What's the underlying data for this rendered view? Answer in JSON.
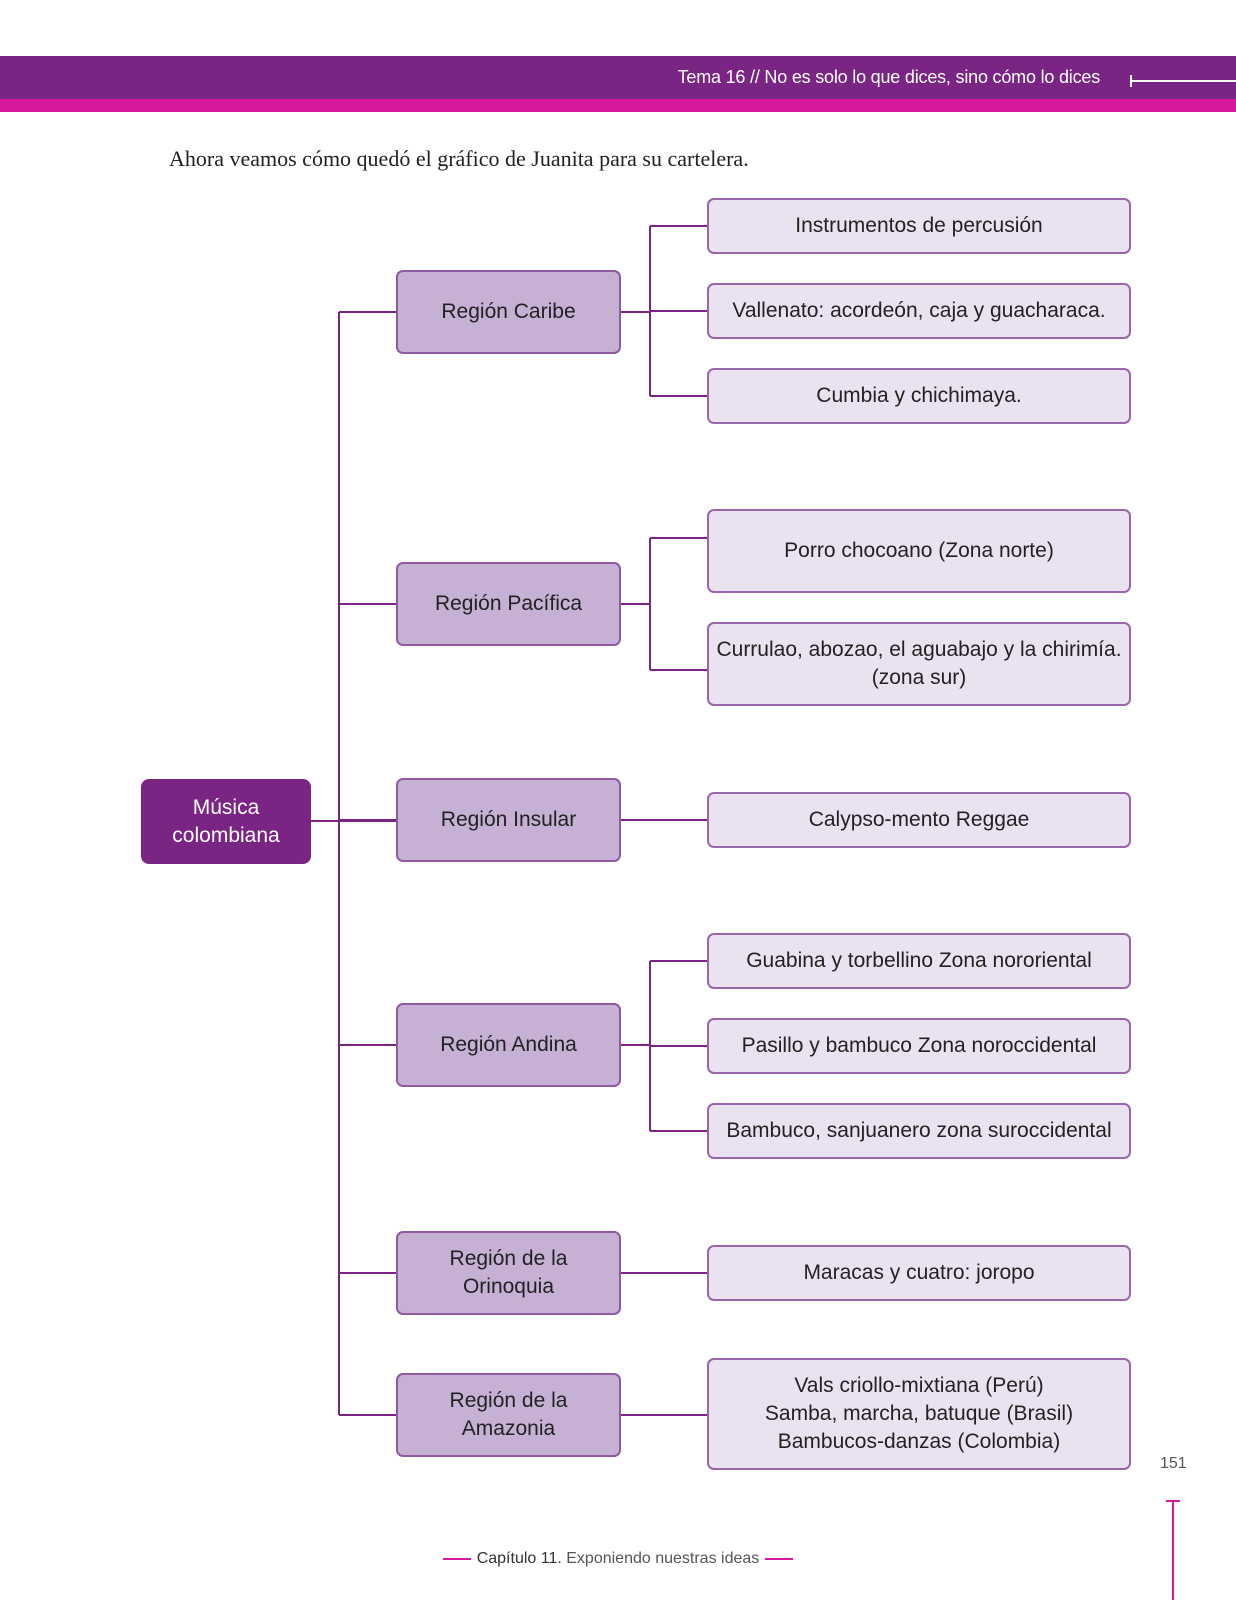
{
  "header": {
    "title": "Tema 16 // No es solo lo que dices, sino cómo lo dices"
  },
  "intro": "Ahora veamos cómo quedó el gráfico de Juanita para su cartelera.",
  "root": "Música\ncolombiana",
  "regions": [
    {
      "label": "Región Caribe",
      "items": [
        "Instrumentos de percusión",
        "Vallenato: acordeón, caja y guacharaca.",
        "Cumbia y chichimaya."
      ]
    },
    {
      "label": "Región Pacífica",
      "items": [
        "Porro chocoano (Zona norte)",
        "Currulao, abozao, el aguabajo y la chirimía.\n(zona sur)"
      ]
    },
    {
      "label": "Región Insular",
      "items": [
        "Calypso-mento Reggae"
      ]
    },
    {
      "label": "Región Andina",
      "items": [
        "Guabina y torbellino Zona nororiental",
        "Pasillo y bambuco Zona noroccidental",
        "Bambuco, sanjuanero zona suroccidental"
      ]
    },
    {
      "label": "Región de la\nOrinoquia",
      "items": [
        "Maracas y cuatro: joropo"
      ]
    },
    {
      "label": "Región de la\nAmazonia",
      "items": [
        "Vals criollo-mixtiana (Perú)\nSamba, marcha, batuque (Brasil)\nBambucos-danzas (Colombia)"
      ]
    }
  ],
  "page_number": "151",
  "footer": {
    "chapter": "Capítulo 11.",
    "title": "Exponiendo nuestras ideas"
  },
  "colors": {
    "primary": "#7a2484",
    "accent": "#d6199a",
    "region_fill": "#c6b0d3",
    "leaf_fill": "#eae2f0"
  }
}
